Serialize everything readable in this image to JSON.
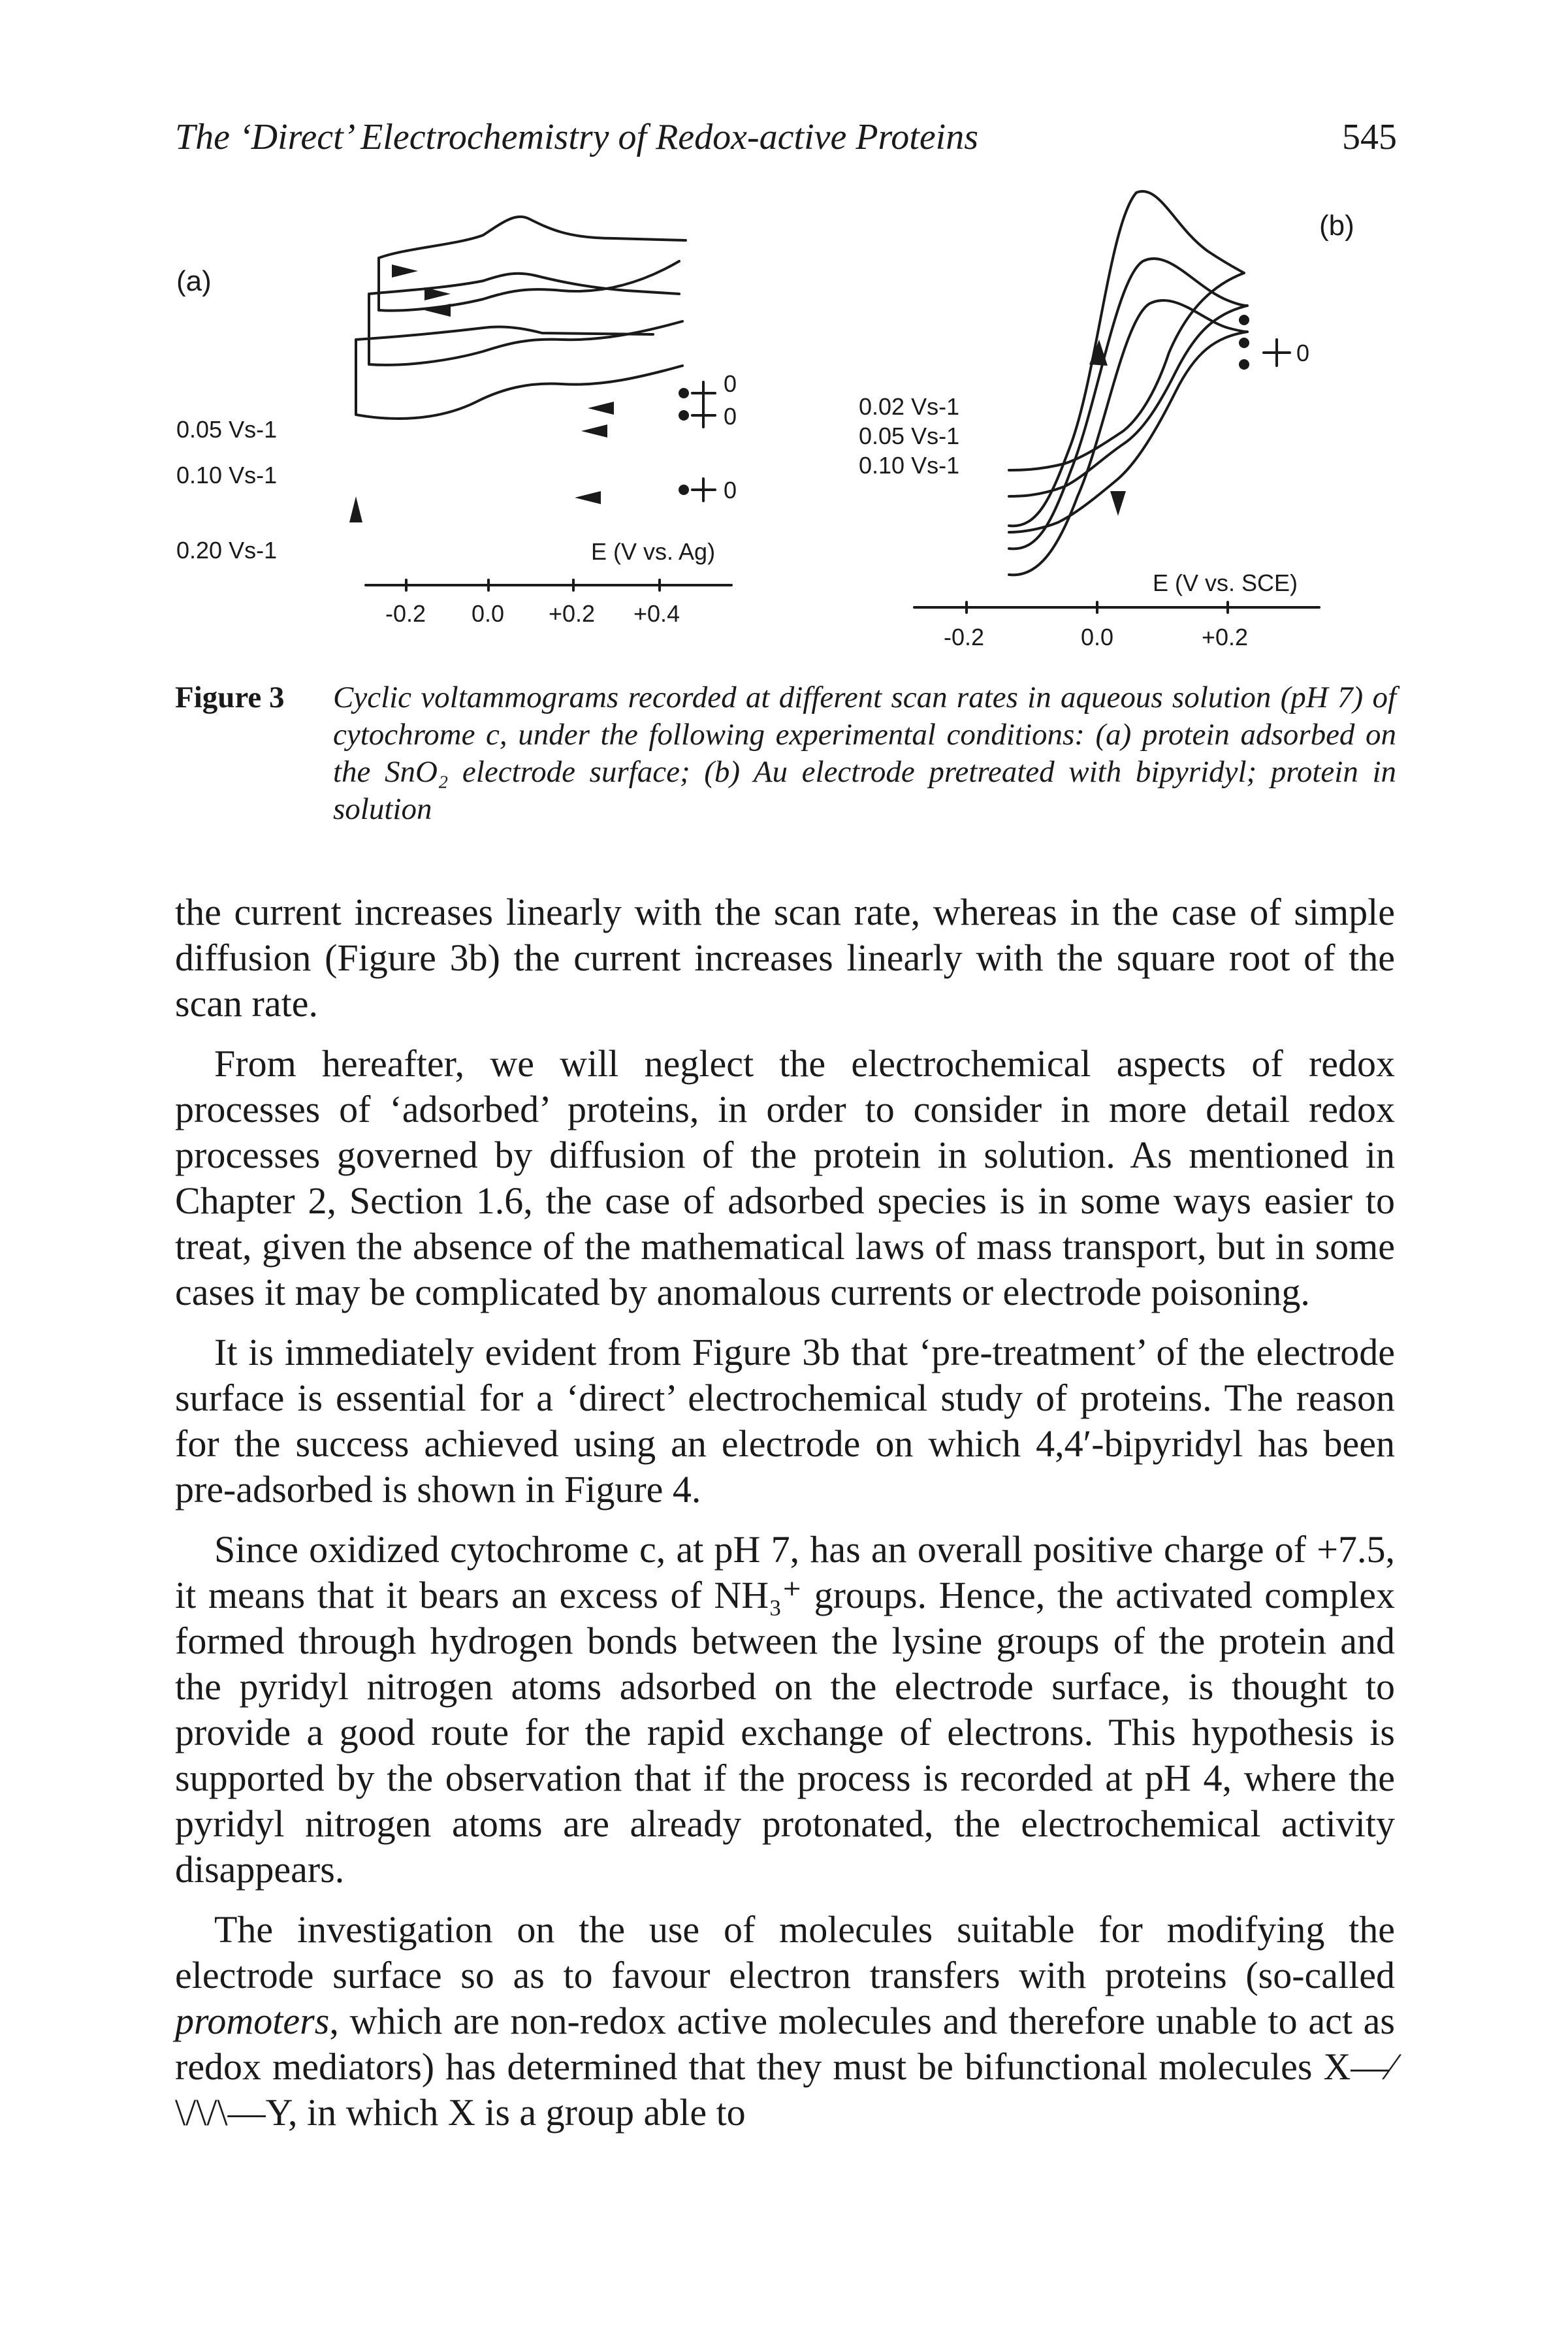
{
  "header": {
    "running_title": "The ‘Direct’ Electrochemistry of Redox-active Proteins",
    "page_number": "545"
  },
  "figure": {
    "panel_a": {
      "label": "(a)",
      "rate_labels": [
        "0.05 Vs-1",
        "0.10 Vs-1",
        "0.20 Vs-1"
      ],
      "zero_marks": [
        "0",
        "0",
        "0"
      ],
      "axis_title": "E (V vs. Ag)",
      "ticks": [
        "-0.2",
        "0.0",
        "+0.2",
        "+0.4"
      ]
    },
    "panel_b": {
      "label": "(b)",
      "rate_labels": [
        "0.02 Vs-1",
        "0.05 Vs-1",
        "0.10 Vs-1"
      ],
      "zero_mark": "0",
      "axis_title": "E (V vs. SCE)",
      "ticks": [
        "-0.2",
        "0.0",
        "+0.2"
      ]
    }
  },
  "caption": {
    "label": "Figure 3",
    "text": "Cyclic voltammograms recorded at different scan rates in aqueous solution (pH 7) of cytochrome c, under the following experimental conditions: (a) protein adsorbed on the SnO₂ electrode surface; (b) Au electrode pretreated with bipyridyl; protein in solution"
  },
  "paragraphs": [
    "the current increases linearly with the scan rate, whereas in the case of simple diffusion (Figure 3b) the current increases linearly with the square root of the scan rate.",
    "From hereafter, we will neglect the electrochemical aspects of redox processes of ‘adsorbed’ proteins, in order to consider in more detail redox processes governed by diffusion of the protein in solution. As mentioned in Chapter 2, Section 1.6, the case of adsorbed species is in some ways easier to treat, given the absence of the mathematical laws of mass transport, but in some cases it may be complicated by anomalous currents or electrode poisoning.",
    "It is immediately evident from Figure 3b that ‘pre-treatment’ of the electrode surface is essential for a ‘direct’ electrochemical study of proteins. The reason for the success achieved using an electrode on which 4,4′-bipyridyl has been pre-adsorbed is shown in Figure 4.",
    "Since oxidized cytochrome c, at pH 7, has an overall positive charge of +7.5, it means that it bears an excess of NH₃⁺ groups. Hence, the activated complex formed through hydrogen bonds between the lysine groups of the protein and the pyridyl nitrogen atoms adsorbed on the electrode surface, is thought to provide a good route for the rapid exchange of electrons. This hypothesis is supported by the observation that if the process is recorded at pH 4, where the pyridyl nitrogen atoms are already protonated, the electrochemical activity disappears."
  ],
  "last_paragraph": {
    "part1": "The investigation on the use of molecules suitable for modifying the electrode surface so as to favour electron transfers with proteins (so-called ",
    "italic": "promoters",
    "part2": ", which are non-redox active molecules and therefore unable to act as redox mediators) has determined that they must be bifunctional molecules X—⁄\\/\\/\\—Y, in which X is a group able to"
  }
}
